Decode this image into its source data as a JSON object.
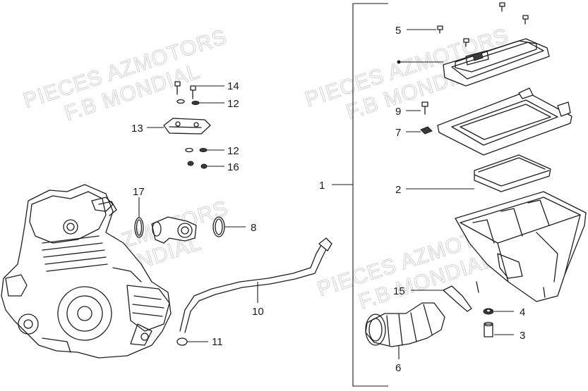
{
  "watermarks": [
    {
      "line1": "PIECES AZMOTORS",
      "line2": "F.B MONDIAL"
    },
    {
      "line1": "PIECES AZMOTORS",
      "line2": "F.B MONDIAL"
    },
    {
      "line1": "PIECES AZMOTORS",
      "line2": "F.B MONDIAL"
    },
    {
      "line1": "PIECES AZMOTORS",
      "line2": "F.B MONDIAL"
    }
  ],
  "callouts": {
    "c1": "1",
    "c2": "2",
    "c3": "3",
    "c4": "4",
    "c5": "5",
    "c6": "6",
    "c7": "7",
    "c8": "8",
    "c9": "9",
    "c10": "10",
    "c11": "11",
    "c12a": "12",
    "c12b": "12",
    "c13": "13",
    "c14": "14",
    "c15": "15",
    "c16": "16",
    "c17": "17"
  }
}
